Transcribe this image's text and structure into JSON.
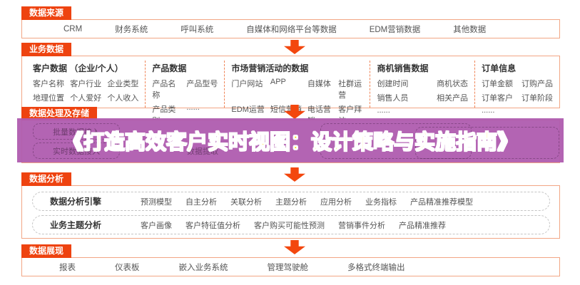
{
  "overlay": {
    "text": "《打造高效客户实时视图：设计策略与实施指南》",
    "text_color": "#FFE30A",
    "band_color": "#AF5CAF"
  },
  "colors": {
    "accent": "#EE4310",
    "container_border": "#F2A685",
    "body_text": "#555555"
  },
  "sections": [
    {
      "id": "data-sources",
      "tab": "数据来源",
      "items": [
        "CRM",
        "财务系统",
        "呼叫系统",
        "自媒体和网络平台等数据",
        "EDM营销数据",
        "其他数据"
      ]
    },
    {
      "id": "business-data",
      "tab": "业务数据",
      "groups": [
        {
          "title": "客户数据 （企业/个人）",
          "cells": [
            "客户名称",
            "客户行业",
            "企业类型",
            "地理位置",
            "个人爱好",
            "个人收入",
            "......"
          ]
        },
        {
          "title": "产品数据",
          "cells": [
            "产品名称",
            "产品型号",
            "产品类别",
            "......"
          ]
        },
        {
          "title": "市场营销活动的数据",
          "cells": [
            "门户网站",
            "APP",
            "自媒体",
            "社群运营",
            "EDM运营",
            "短信营销",
            "电话营销",
            "客户拜访"
          ]
        },
        {
          "title": "商机销售数据",
          "cells": [
            "创建时间",
            "商机状态",
            "销售人员",
            "相关产品",
            "......"
          ]
        },
        {
          "title": "订单信息",
          "cells": [
            "订单金额",
            "订购产品",
            "订单客户",
            "订单阶段",
            "......"
          ]
        }
      ]
    },
    {
      "id": "data-processing",
      "tab": "数据处理及存储",
      "faint": [
        "批量数据接入",
        "实时数据接入",
        "数据提取"
      ]
    },
    {
      "id": "data-analysis",
      "tab": "数据分析",
      "rows": [
        {
          "label": "数据分析引擎",
          "items": [
            "预测模型",
            "自主分析",
            "关联分析",
            "主题分析",
            "应用分析",
            "业务指标",
            "产品精准推荐模型"
          ]
        },
        {
          "label": "业务主题分析",
          "items": [
            "客户画像",
            "客户特征值分析",
            "客户购买可能性预测",
            "营销事件分析",
            "产品精准推荐"
          ]
        }
      ]
    },
    {
      "id": "data-display",
      "tab": "数据展现",
      "items": [
        "报表",
        "仪表板",
        "嵌入业务系统",
        "管理驾驶舱",
        "多格式终端输出"
      ]
    }
  ]
}
